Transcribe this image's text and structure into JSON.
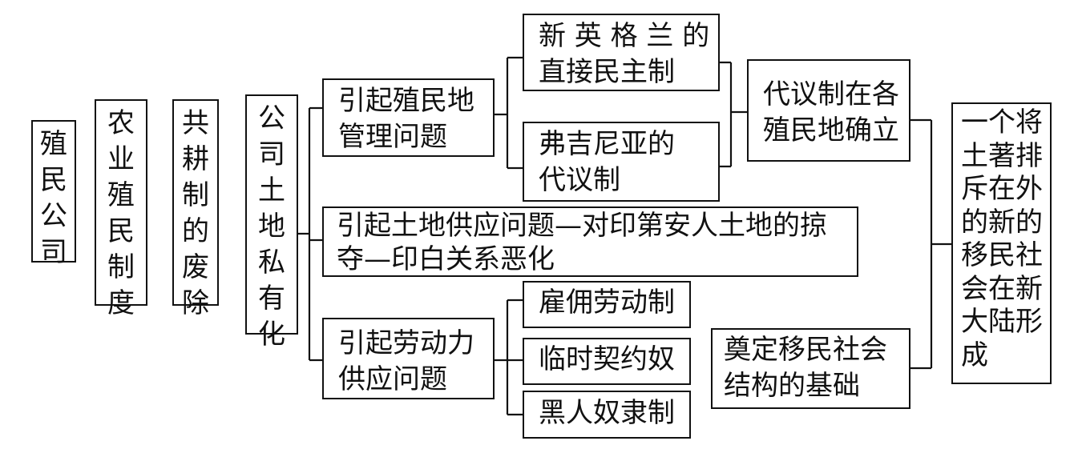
{
  "diagram": {
    "box1": {
      "lines": [
        "殖",
        "民",
        "公",
        "司"
      ]
    },
    "box2": {
      "lines": [
        "农",
        "业",
        "殖",
        "民",
        "制",
        "度"
      ]
    },
    "box3": {
      "lines": [
        "共",
        "耕",
        "制",
        "的",
        "废",
        "除"
      ]
    },
    "box4": {
      "lines": [
        "公",
        "司",
        "土",
        "地",
        "私",
        "有",
        "化"
      ]
    },
    "admin": {
      "lines": [
        "引起殖民地",
        "管理问题"
      ]
    },
    "ne": {
      "lines": [
        "新 英 格 兰 的",
        "直接民主制"
      ]
    },
    "va": {
      "lines": [
        "弗吉尼亚的",
        "代议制"
      ]
    },
    "rep": {
      "lines": [
        "代议制在各",
        "殖民地确立"
      ]
    },
    "land": {
      "lines": [
        "引起土地供应问题—对印第安人土地的掠",
        "夺—印白关系恶化"
      ]
    },
    "labor": {
      "lines": [
        "引起劳动力",
        "供应问题"
      ]
    },
    "hired": {
      "lines": [
        "雇佣劳动制"
      ]
    },
    "indent": {
      "lines": [
        "临时契约奴"
      ]
    },
    "slave": {
      "lines": [
        "黑人奴隶制"
      ]
    },
    "found": {
      "lines": [
        "奠定移民社会",
        "结构的基础"
      ]
    },
    "final": {
      "lines": [
        "一个将",
        "土著排",
        "斥在外",
        "的新的",
        "移民社",
        "会在新",
        "大陆形",
        "成"
      ]
    }
  }
}
